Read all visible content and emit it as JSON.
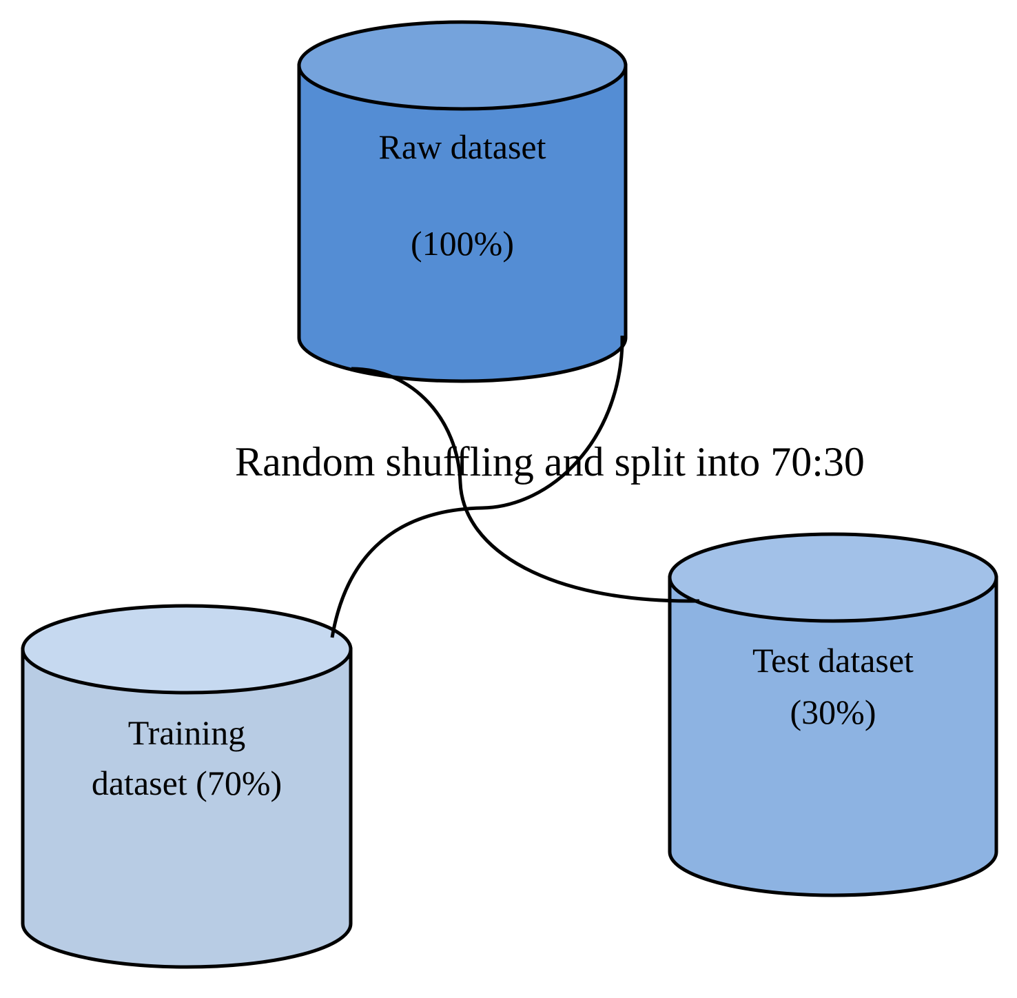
{
  "diagram": {
    "caption": "Random shuffling and split into 70:30",
    "nodes": {
      "raw": {
        "line1": "Raw dataset",
        "line2": "(100%)",
        "side_color": "#548dd4",
        "top_color": "#75a3dc"
      },
      "training": {
        "line1": "Training",
        "line2": "dataset (70%)",
        "side_color": "#b8cce4",
        "top_color": "#c6d9f0"
      },
      "test": {
        "line1": "Test dataset",
        "line2": "(30%)",
        "side_color": "#8db3e2",
        "top_color": "#a2c1e8"
      }
    },
    "stroke_color": "#000000"
  }
}
